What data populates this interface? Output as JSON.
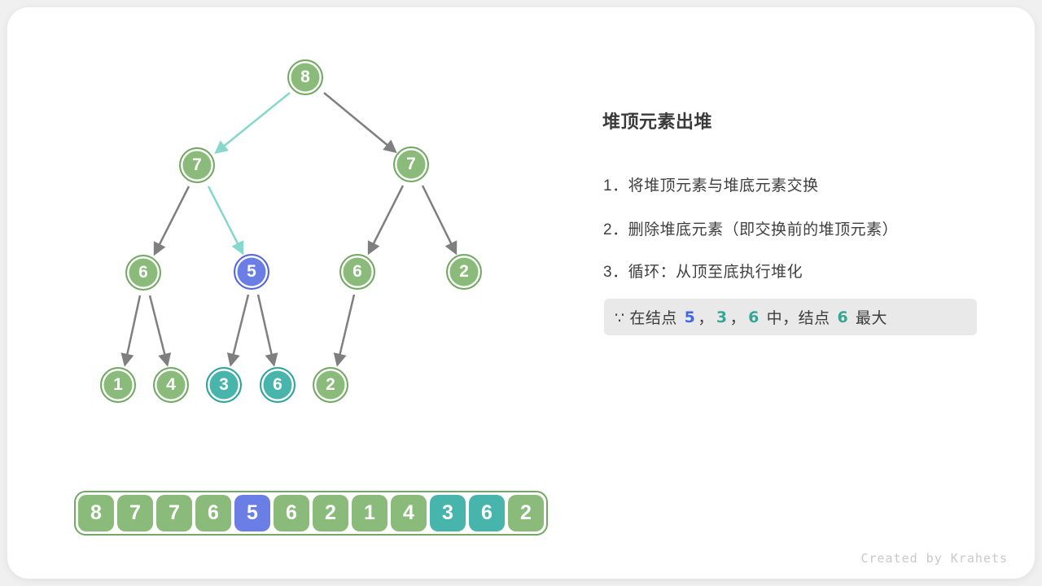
{
  "palette": {
    "node_green_fill": "#8abb7a",
    "node_green_border": "#72a863",
    "node_blue_fill": "#6b7ee5",
    "node_blue_border": "#5265db",
    "node_teal_fill": "#48b5ac",
    "node_teal_border": "#2fa39a",
    "edge_gray": "#7f7f7f",
    "edge_teal": "#85d8cb",
    "note_background": "#e9e9e9",
    "note_blue_text": "#3f68e4",
    "note_teal_text": "#35a794"
  },
  "tree": {
    "nodes": [
      {
        "value": "8",
        "color": "green"
      },
      {
        "value": "7",
        "color": "green"
      },
      {
        "value": "7",
        "color": "green"
      },
      {
        "value": "6",
        "color": "green"
      },
      {
        "value": "5",
        "color": "blue"
      },
      {
        "value": "6",
        "color": "green"
      },
      {
        "value": "2",
        "color": "green"
      },
      {
        "value": "1",
        "color": "green"
      },
      {
        "value": "4",
        "color": "green"
      },
      {
        "value": "3",
        "color": "teal"
      },
      {
        "value": "6",
        "color": "teal"
      },
      {
        "value": "2",
        "color": "green"
      }
    ]
  },
  "panel": {
    "title": "堆顶元素出堆",
    "steps": [
      "1．将堆顶元素与堆底元素交换",
      "2．删除堆底元素（即交换前的堆顶元素）",
      "3．循环：从顶至底执行堆化"
    ],
    "note": {
      "segments": [
        {
          "text": "∵ 在结点 ",
          "color": "default"
        },
        {
          "text": "5",
          "color": "blue"
        },
        {
          "text": "，",
          "color": "default"
        },
        {
          "text": "3",
          "color": "teal"
        },
        {
          "text": "，",
          "color": "default"
        },
        {
          "text": "6",
          "color": "teal"
        },
        {
          "text": " 中，结点 ",
          "color": "default"
        },
        {
          "text": "6",
          "color": "teal"
        },
        {
          "text": " 最大",
          "color": "default"
        }
      ]
    }
  },
  "array": {
    "cells": [
      {
        "value": "8",
        "color": "green"
      },
      {
        "value": "7",
        "color": "green"
      },
      {
        "value": "7",
        "color": "green"
      },
      {
        "value": "6",
        "color": "green"
      },
      {
        "value": "5",
        "color": "blue"
      },
      {
        "value": "6",
        "color": "green"
      },
      {
        "value": "2",
        "color": "green"
      },
      {
        "value": "1",
        "color": "green"
      },
      {
        "value": "4",
        "color": "green"
      },
      {
        "value": "3",
        "color": "teal"
      },
      {
        "value": "6",
        "color": "teal"
      },
      {
        "value": "2",
        "color": "green"
      }
    ]
  },
  "footer": {
    "credit": "Created by Krahets"
  }
}
